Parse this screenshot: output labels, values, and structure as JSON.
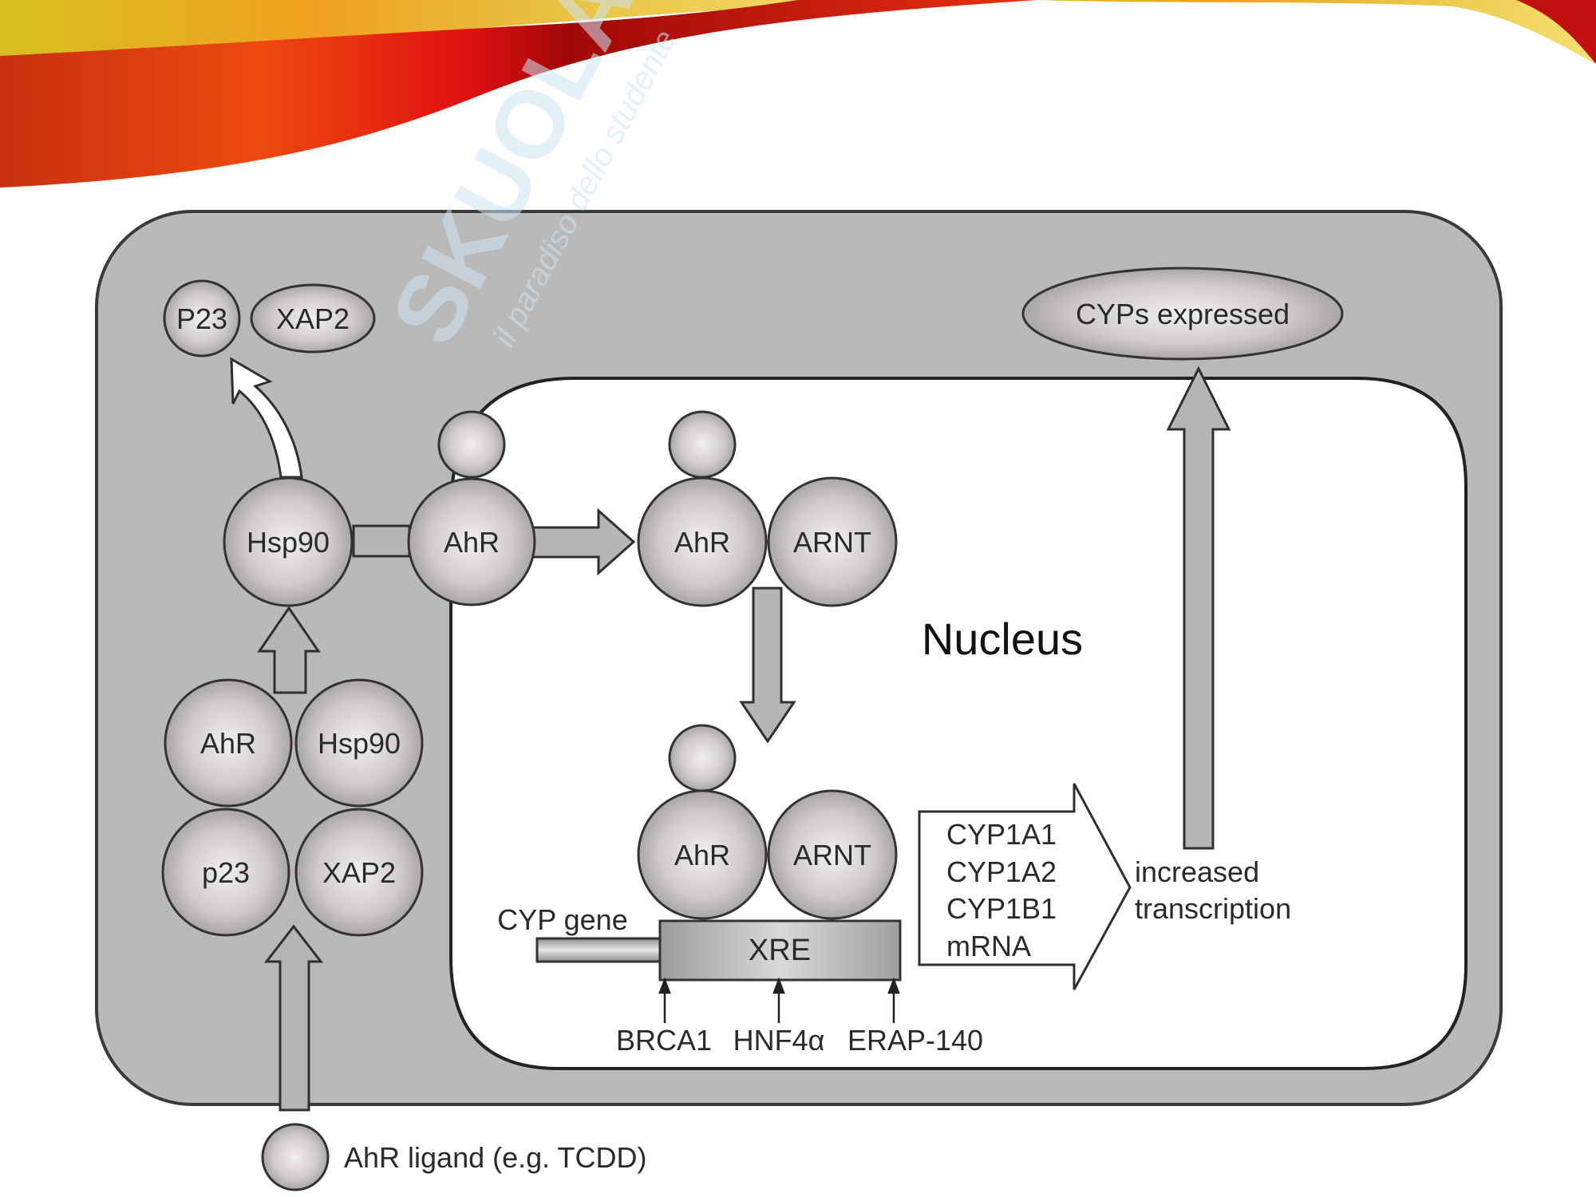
{
  "watermark": {
    "brand": "SKUOLA.net",
    "tagline": "il paradiso dello studente"
  },
  "colors": {
    "cell": "#b9b9b9",
    "nucleus": "#ffffff",
    "protein": "#c8c4c6",
    "outline": "#3a3a3a",
    "arrow": "#b5b5b5",
    "watermark": "#cfe4f3"
  },
  "cytoplasm": {
    "released": {
      "p23": "P23",
      "xap2": "XAP2"
    },
    "hsp90": "Hsp90",
    "ahr": "AhR",
    "complex": {
      "ahr": "AhR",
      "hsp90": "Hsp90",
      "p23": "p23",
      "xap2": "XAP2"
    },
    "cyps_expressed": "CYPs expressed",
    "ligand_label": "AhR ligand (e.g. TCDD)"
  },
  "nucleus": {
    "label": "Nucleus",
    "dimer": {
      "ahr": "AhR",
      "arnt": "ARNT"
    },
    "bound": {
      "ahr": "AhR",
      "arnt": "ARNT"
    },
    "xre": "XRE",
    "cyp_gene": "CYP gene",
    "coactivators": [
      "BRCA1",
      "HNF4α",
      "ERAP-140"
    ],
    "mrna_list": [
      "CYP1A1",
      "CYP1A2",
      "CYP1B1",
      "mRNA"
    ],
    "result": [
      "increased",
      "transcription"
    ]
  }
}
